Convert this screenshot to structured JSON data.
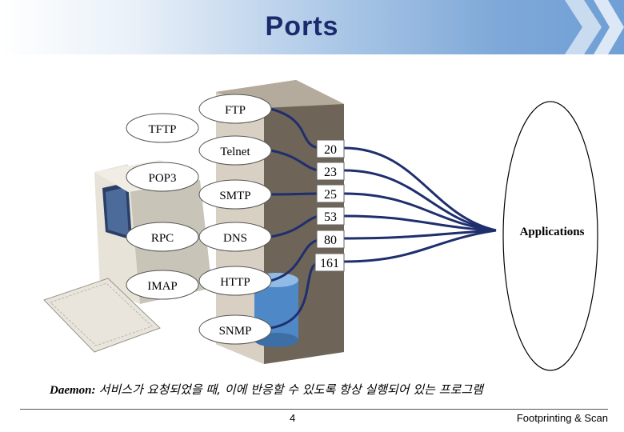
{
  "title": "Ports",
  "services_left": [
    "TFTP",
    "POP3",
    "RPC",
    "IMAP"
  ],
  "services_server": [
    "FTP",
    "Telnet",
    "SMTP",
    "DNS",
    "HTTP",
    "SNMP"
  ],
  "ports": [
    "20",
    "23",
    "25",
    "53",
    "80",
    "161"
  ],
  "applications_label": "Applications",
  "caption": {
    "lead": "Daemon:",
    "text": "서비스가 요청되었을 때, 이에 반응할 수 있도록 항상 실행되어 있는 프로그램"
  },
  "footer": {
    "page_number": "4",
    "course_title": "Footprinting & Scan"
  },
  "colors": {
    "title": "#1a2a6c",
    "cable": "#1f2f6e",
    "header_accent": "#6f9fd6"
  }
}
